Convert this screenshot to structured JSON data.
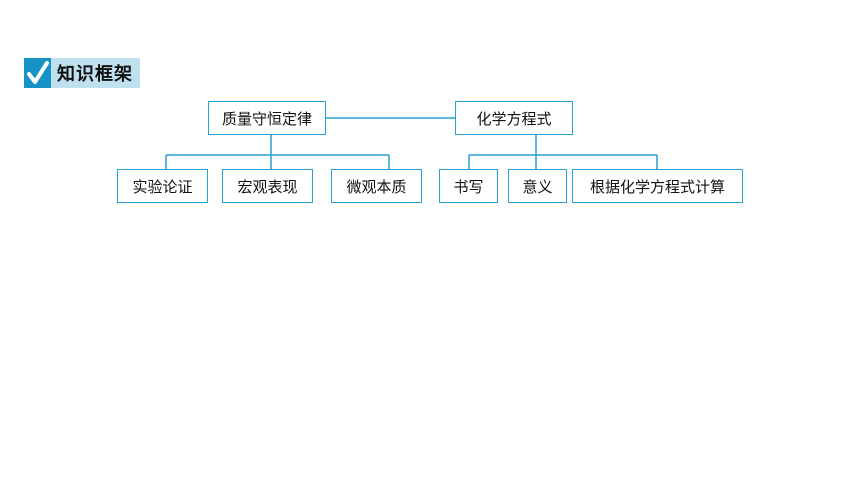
{
  "header": {
    "title": "知识框架",
    "icon": "check-icon"
  },
  "colors": {
    "accent": "#1592c6",
    "title_bg": "#bfe1ef",
    "node_border": "#29a0d3"
  },
  "diagram": {
    "root_left": {
      "label": "质量守恒定律"
    },
    "root_right": {
      "label": "化学方程式"
    },
    "left_children": [
      {
        "label": "实验论证"
      },
      {
        "label": "宏观表现"
      },
      {
        "label": "微观本质"
      }
    ],
    "right_children": [
      {
        "label": "书写"
      },
      {
        "label": "意义"
      },
      {
        "label": "根据化学方程式计算"
      }
    ]
  }
}
